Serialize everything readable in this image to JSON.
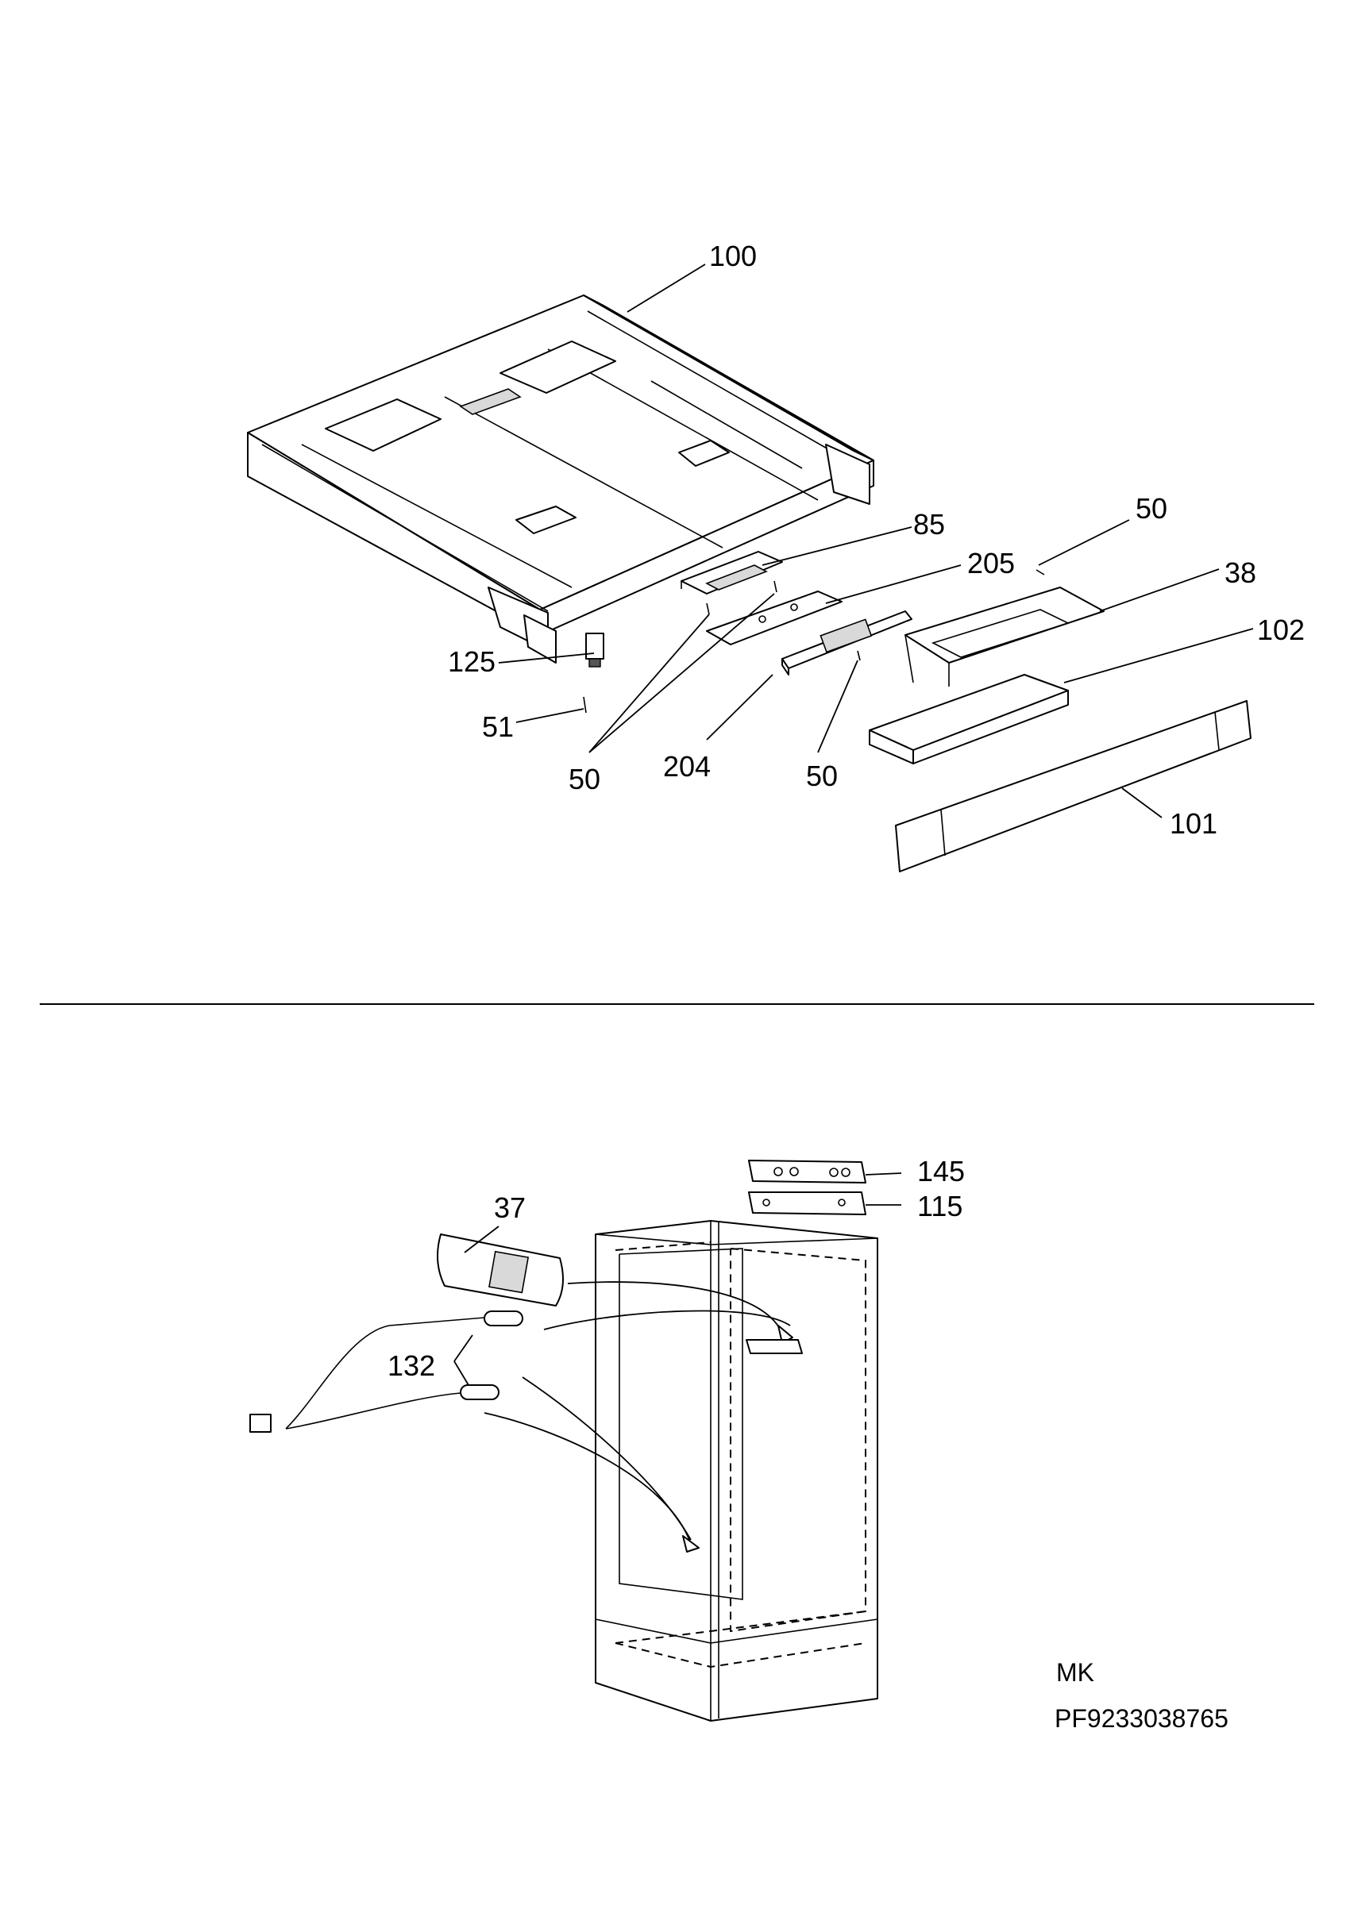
{
  "callouts": {
    "c100": "100",
    "c85": "85",
    "c50_top": "50",
    "c205": "205",
    "c38": "38",
    "c102": "102",
    "c125": "125",
    "c51": "51",
    "c50_left": "50",
    "c204": "204",
    "c50_mid": "50",
    "c101": "101",
    "c145": "145",
    "c115": "115",
    "c37": "37",
    "c132": "132"
  },
  "footer": {
    "model": "MK",
    "part_number": "PF9233038765"
  }
}
